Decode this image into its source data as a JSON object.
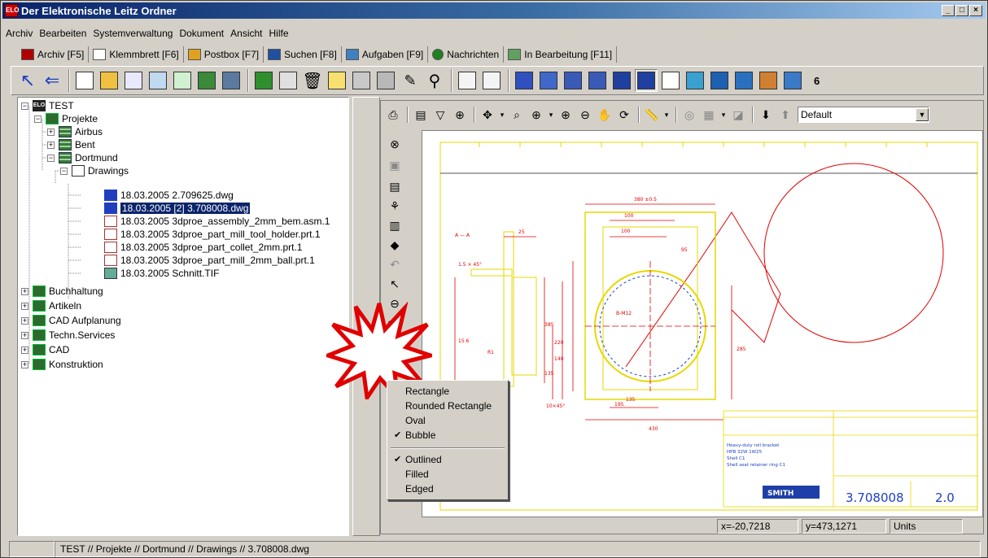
{
  "window": {
    "title": "Der Elektronische Leitz Ordner",
    "app_icon": "ELO"
  },
  "menu": [
    "Archiv",
    "Bearbeiten",
    "Systemverwaltung",
    "Dokument",
    "Ansicht",
    "Hilfe"
  ],
  "tabs": [
    {
      "label": "Archiv [F5]",
      "icon": "elo-icon",
      "color": "#b00000"
    },
    {
      "label": "Klemmbrett [F6]",
      "icon": "clipboard-icon",
      "color": "#ffffff"
    },
    {
      "label": "Postbox [F7]",
      "icon": "postbox-icon",
      "color": "#e0a020"
    },
    {
      "label": "Suchen [F8]",
      "icon": "binoculars-icon",
      "color": "#2050a0"
    },
    {
      "label": "Aufgaben [F9]",
      "icon": "tasks-icon",
      "color": "#4080c0"
    },
    {
      "label": "Nachrichten",
      "icon": "messages-icon",
      "color": "#208020"
    },
    {
      "label": "In Bearbeitung [F11]",
      "icon": "edit-icon",
      "color": "#60a060"
    }
  ],
  "toolbar": {
    "count": "6"
  },
  "tree": {
    "root": "TEST",
    "projekte": "Projekte",
    "airbus": "Airbus",
    "bent": "Bent",
    "dortmund": "Dortmund",
    "drawings": "Drawings",
    "files": [
      "18.03.2005  2.709625.dwg",
      "18.03.2005  [2] 3.708008.dwg",
      "18.03.2005  3dproe_assembly_2mm_bem.asm.1",
      "18.03.2005  3dproe_part_mill_tool_holder.prt.1",
      "18.03.2005  3dproe_part_collet_2mm.prt.1",
      "18.03.2005  3dproe_part_mill_2mm_ball.prt.1",
      "18.03.2005  Schnitt.TIF"
    ],
    "top_level": [
      "Buchhaltung",
      "Artikeln",
      "CAD Aufplanung",
      "Techn.Services",
      "CAD",
      "Konstruktion"
    ]
  },
  "viewer": {
    "layer_select": "Default",
    "status": {
      "x": "x=-20,7218",
      "y": "y=473,1271",
      "units": "Units"
    }
  },
  "shape_menu": {
    "items": [
      "Rectangle",
      "Rounded Rectangle",
      "Oval",
      "Bubble"
    ],
    "checked_shape": "Bubble",
    "styles": [
      "Outlined",
      "Filled",
      "Edged"
    ],
    "checked_style": "Outlined",
    "check_glyph": "✔"
  },
  "drawing": {
    "title_number": "3.708008",
    "revision": "2.0",
    "company": "SMITH",
    "notes": [
      "Heavy-duty roll bracket",
      "HPB 32W 1W25",
      "Shell C1",
      "Shell seat retainer ring C1"
    ],
    "dims": [
      "380 ±0.5",
      "100",
      "100",
      "95",
      "B-M12",
      "385",
      "220",
      "135",
      "140",
      "285",
      "195",
      "135",
      "430",
      "1.5 × 45°",
      "15.6",
      "R1",
      "10×45°",
      "25",
      "A — A"
    ]
  },
  "breadcrumb": "TEST // Projekte // Dortmund // Drawings // 3.708008.dwg",
  "colors": {
    "cad_yellow": "#e6d800",
    "cad_red": "#e00000",
    "cad_blue": "#2040c0",
    "selection": "#0a246a"
  }
}
